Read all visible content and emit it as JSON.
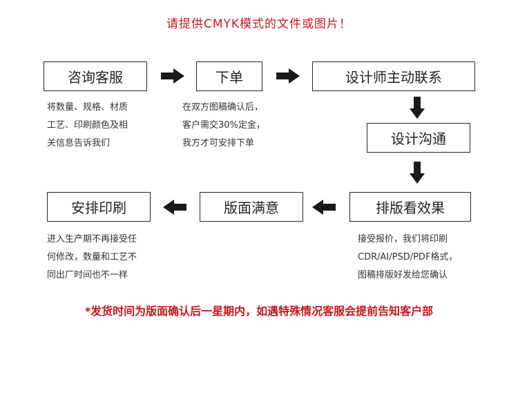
{
  "top_note": "请提供CMYK模式的文件或图片！",
  "steps": {
    "consult": {
      "label": "咨询客服",
      "desc": "将数量、规格、材质\n工艺、印刷颜色及相\n关信息告诉我们"
    },
    "order": {
      "label": "下单",
      "desc": "在双方图稿确认后，\n客户需交30%定金，\n我方才可安排下单"
    },
    "designer_contact": {
      "label": "设计师主动联系"
    },
    "design_communicate": {
      "label": "设计沟通"
    },
    "layout_effect": {
      "label": "排版看效果",
      "desc": "接受报价，我们将印刷\nCDR/AI/PSD/PDF格式，\n图稿排版好发给您确认"
    },
    "layout_satisfied": {
      "label": "版面满意"
    },
    "arrange_print": {
      "label": "安排印刷",
      "desc": "进入生产期不再接受任\n何修改，数量和工艺不\n同出厂时间也不一样"
    }
  },
  "bottom_note": "*发货时间为版面确认后一星期内，如遇特殊情况客服会提前告知客户部",
  "colors": {
    "accent_red": "#c8161e",
    "box_border": "#222222",
    "arrow": "#1a1a1a"
  }
}
